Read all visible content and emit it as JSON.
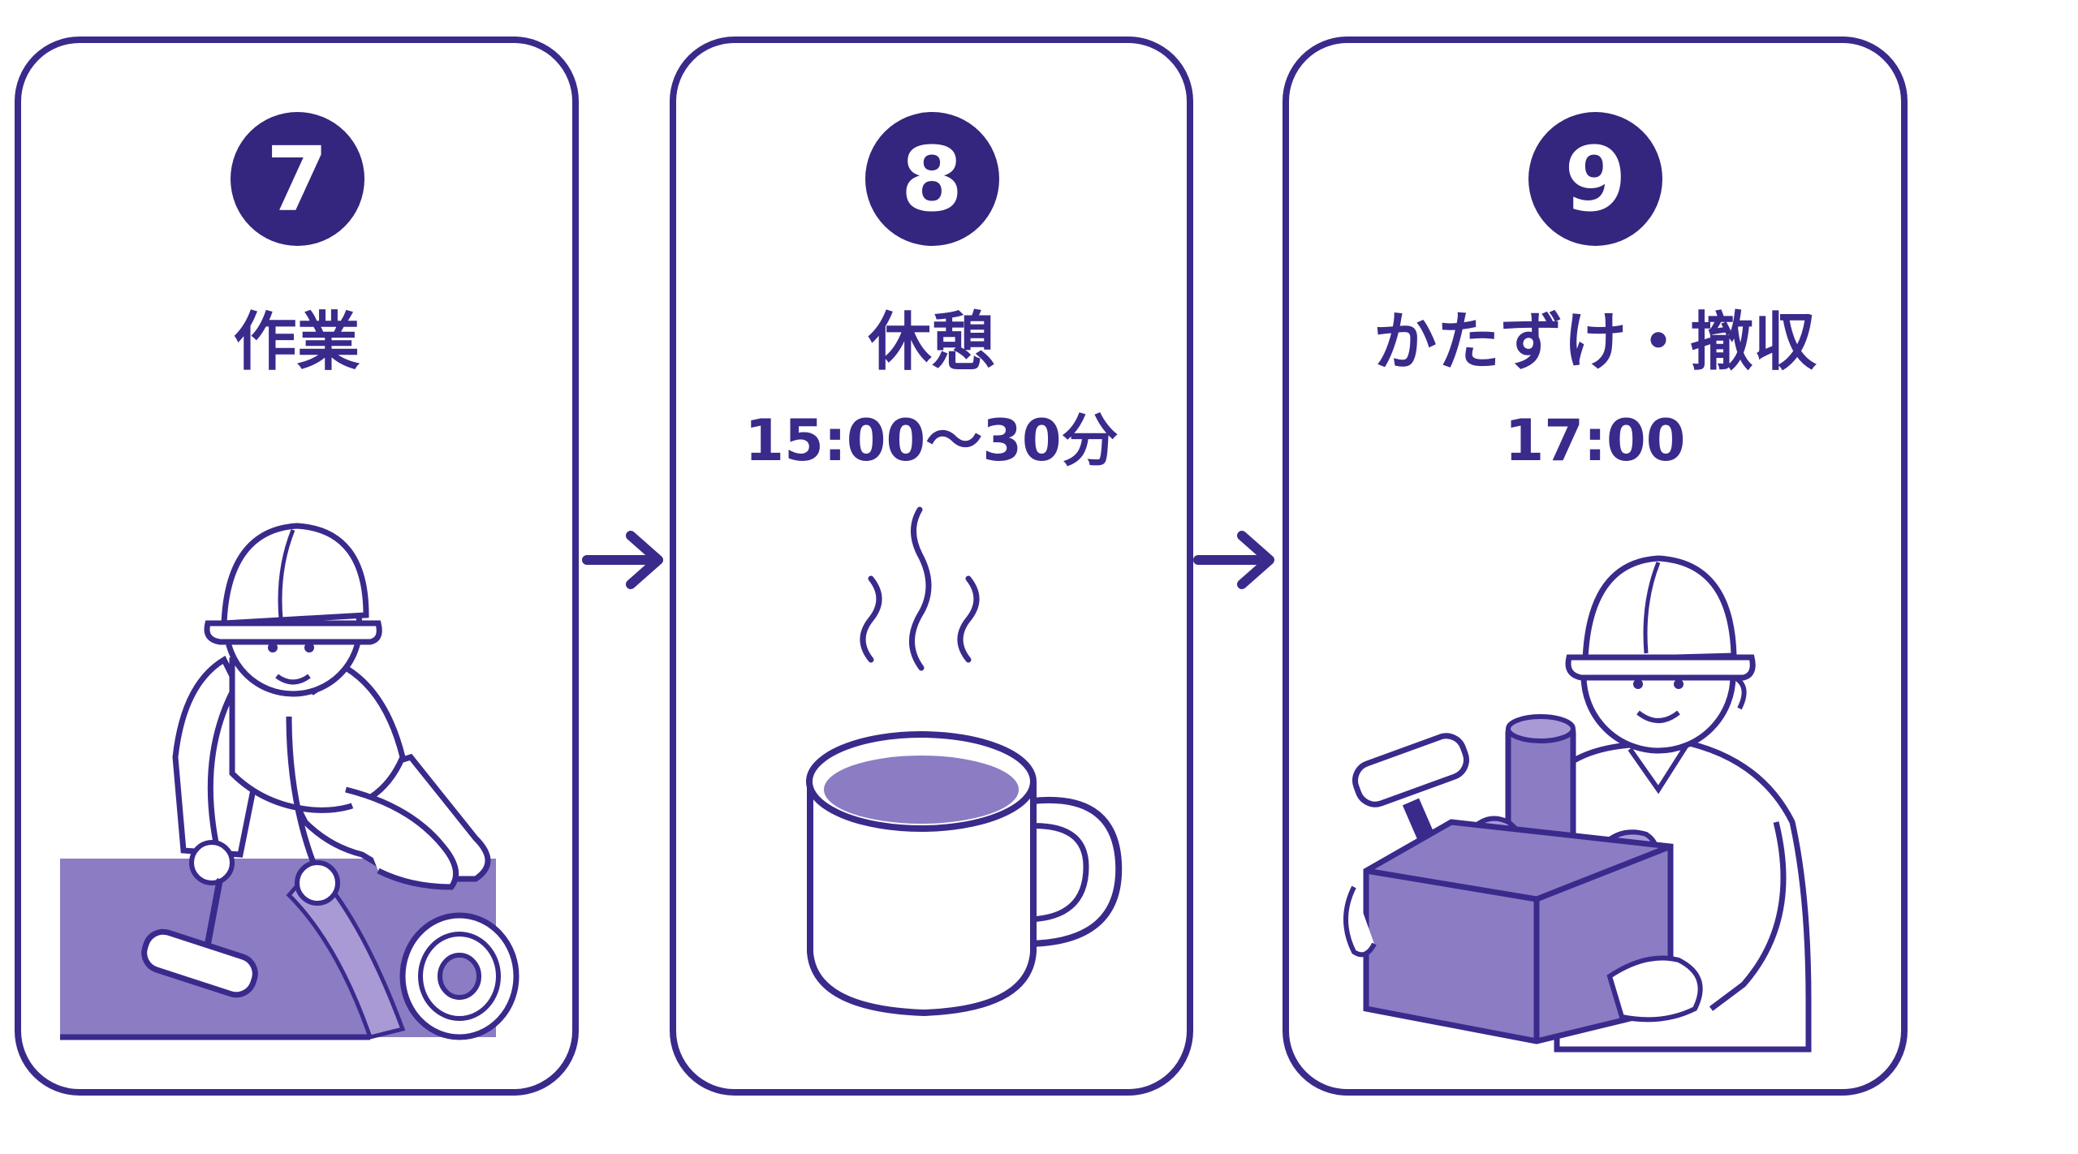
{
  "steps": [
    {
      "number": "7",
      "title": "作業",
      "time": "",
      "illustration": "worker-laying-floor-sheet-icon"
    },
    {
      "number": "8",
      "title": "休憩",
      "time": "15:00～30分",
      "illustration": "coffee-mug-icon"
    },
    {
      "number": "9",
      "title": "かたずけ・撤収",
      "time": "17:00",
      "illustration": "worker-carrying-toolbox-icon"
    }
  ],
  "connector_icon": "right-arrow-icon",
  "colors": {
    "primary": "#3a2a8c",
    "badge": "#34257e",
    "fill": "#8c7cc4",
    "background": "#ffffff"
  }
}
